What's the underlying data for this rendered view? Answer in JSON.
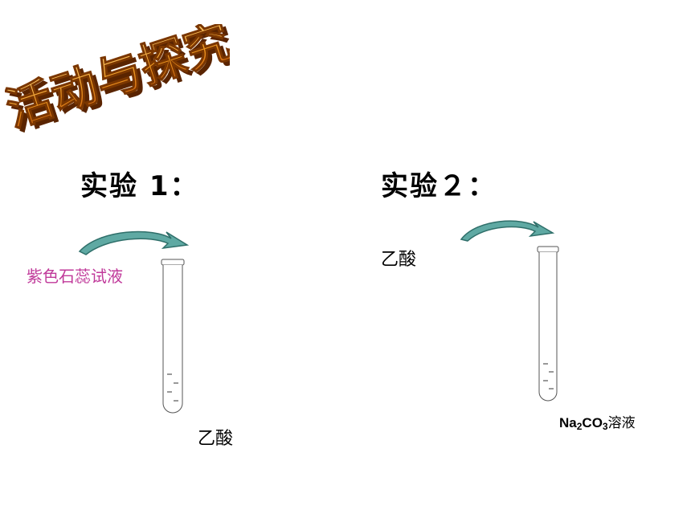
{
  "title": {
    "text": "活动与探究"
  },
  "experiment1": {
    "heading": "实验 1：",
    "reagent_label": "紫色石蕊试液",
    "liquid_label": "乙酸"
  },
  "experiment2": {
    "heading": "实验２：",
    "reagent_label": "乙酸",
    "liquid_label_formula_parts": [
      "Na",
      "2",
      "CO",
      "3"
    ],
    "liquid_label_suffix": "溶液"
  },
  "colors": {
    "reagent1_text": "#c0399a",
    "arrow_fill": "#5fa9a3",
    "arrow_stroke": "#2f6f6a",
    "title_orange": "#e8820c",
    "title_dark": "#7a3600"
  }
}
